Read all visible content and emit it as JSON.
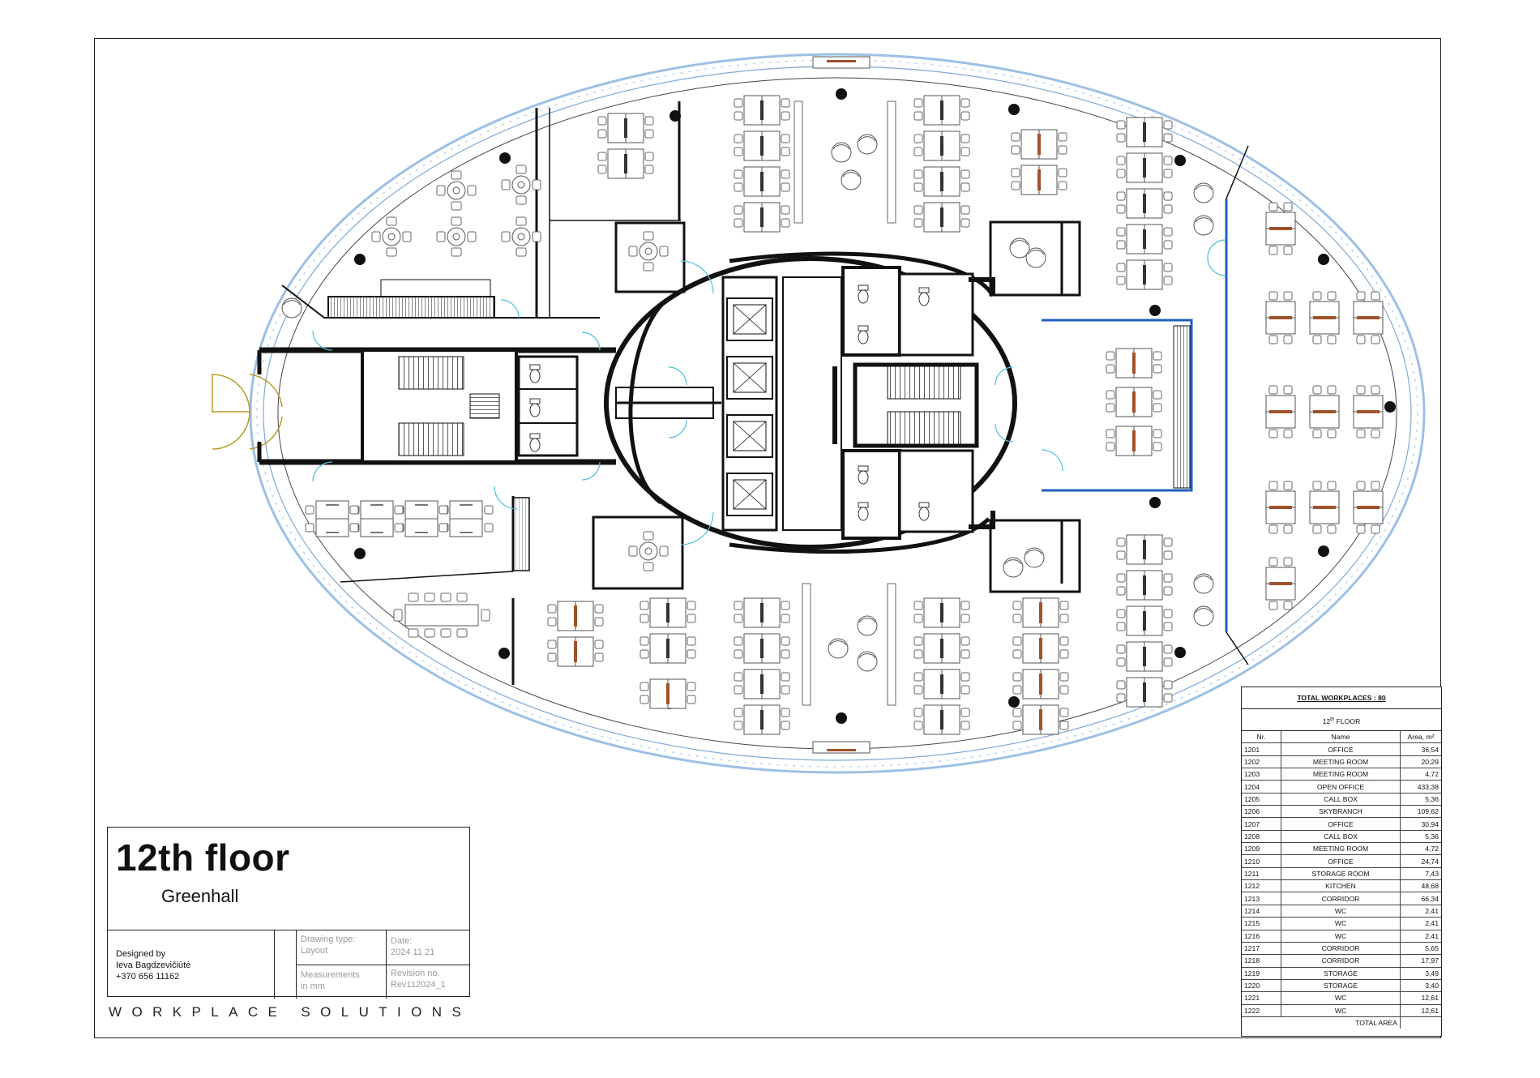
{
  "title_block": {
    "floor_title": "12th floor",
    "building": "Greenhall",
    "designed_by_label": "Designed by",
    "designer_name": "Ieva Bagdzevičiūtė",
    "designer_phone": "+370 656 11162",
    "drawing_type_label": "Drawing type:",
    "drawing_type_value": "Layout",
    "measurements_label": "Measurements",
    "measurements_value": "in mm",
    "date_label": "Date:",
    "date_value": "2024 11 21",
    "revision_label": "Revision no.",
    "revision_value": "Rev112024_1",
    "company": "WORKPLACE SOLUTIONS"
  },
  "legend": {
    "header": "TOTAL WORKPLACES : 80",
    "floor_label": "12",
    "floor_sup": "th",
    "floor_suffix": " FLOOR",
    "col_nr": "Nr.",
    "col_name": "Name",
    "col_area": "Area, m²",
    "rows": [
      {
        "nr": "1201",
        "name": "OFFICE",
        "area": "36,54"
      },
      {
        "nr": "1202",
        "name": "MEETING ROOM",
        "area": "20,29"
      },
      {
        "nr": "1203",
        "name": "MEETING ROOM",
        "area": "4,72"
      },
      {
        "nr": "1204",
        "name": "OPEN OFFICE",
        "area": "433,38"
      },
      {
        "nr": "1205",
        "name": "CALL BOX",
        "area": "5,36"
      },
      {
        "nr": "1206",
        "name": "SKYBRANCH",
        "area": "109,62"
      },
      {
        "nr": "1207",
        "name": "OFFICE",
        "area": "30,94"
      },
      {
        "nr": "1208",
        "name": "CALL BOX",
        "area": "5,36"
      },
      {
        "nr": "1209",
        "name": "MEETING ROOM",
        "area": "4,72"
      },
      {
        "nr": "1210",
        "name": "OFFICE",
        "area": "24,74"
      },
      {
        "nr": "1211",
        "name": "STORAGE ROOM",
        "area": "7,43"
      },
      {
        "nr": "1212",
        "name": "KITCHEN",
        "area": "48,68"
      },
      {
        "nr": "1213",
        "name": "CORRIDOR",
        "area": "66,34"
      },
      {
        "nr": "1214",
        "name": "WC",
        "area": "2,41"
      },
      {
        "nr": "1215",
        "name": "WC",
        "area": "2,41"
      },
      {
        "nr": "1216",
        "name": "WC",
        "area": "2,41"
      },
      {
        "nr": "1217",
        "name": "CORRIDOR",
        "area": "5,65"
      },
      {
        "nr": "1218",
        "name": "CORRIDOR",
        "area": "17,97"
      },
      {
        "nr": "1219",
        "name": "STORAGE",
        "area": "3,49"
      },
      {
        "nr": "1220",
        "name": "STORAGE",
        "area": "3,40"
      },
      {
        "nr": "1221",
        "name": "WC",
        "area": "12,61"
      },
      {
        "nr": "1222",
        "name": "WC",
        "area": "12,61"
      }
    ],
    "total_label": "TOTAL AREA",
    "total_value": "",
    "_legend_note": ""
  },
  "colors": {
    "line": "#111111",
    "glazing": "#8fb4dc",
    "accent_blue": "#1f5fbf",
    "door_cyan": "#4fc3d9",
    "furniture": "#555555",
    "brown_accent": "#a0522d",
    "stair_door": "#b79a22"
  }
}
